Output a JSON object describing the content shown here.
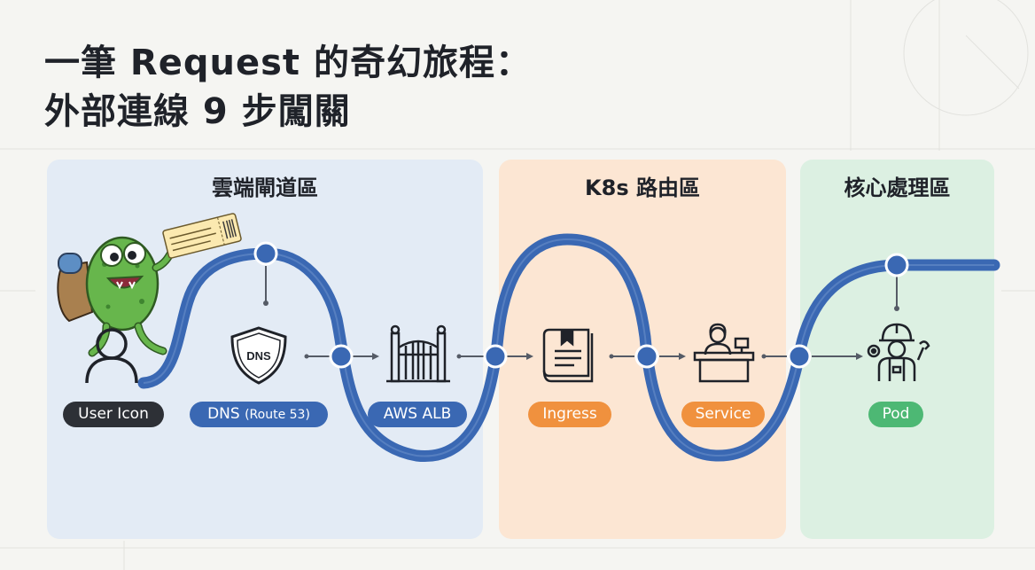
{
  "title": {
    "line1": "一筆 Request 的奇幻旅程：",
    "line2": "外部連線 9 步闖關"
  },
  "zones": {
    "cloud": {
      "label": "雲端閘道區"
    },
    "k8s": {
      "label": "K8s 路由區"
    },
    "core": {
      "label": "核心處理區"
    }
  },
  "steps": {
    "user": {
      "label": "User Icon",
      "icon": "user-icon"
    },
    "dns": {
      "label": "DNS",
      "sub": "(Route 53)",
      "icon": "dns-shield-icon",
      "icon_text": "DNS"
    },
    "alb": {
      "label": "AWS ALB",
      "icon": "gate-icon"
    },
    "ingress": {
      "label": "Ingress",
      "icon": "book-icon"
    },
    "service": {
      "label": "Service",
      "icon": "receptionist-icon"
    },
    "pod": {
      "label": "Pod",
      "icon": "worker-icon"
    }
  },
  "mascot": {
    "icon": "monster-mascot-icon",
    "ticket_icon": "ticket-icon"
  },
  "colors": {
    "path": "#3a68b3",
    "cloud_zone": "#e3ebf5",
    "k8s_zone": "#fce6d3",
    "core_zone": "#dcf0e2",
    "pill_dark": "#2d3036",
    "pill_blue": "#3a68b3",
    "pill_orange": "#f0913e",
    "pill_green": "#4db874"
  }
}
